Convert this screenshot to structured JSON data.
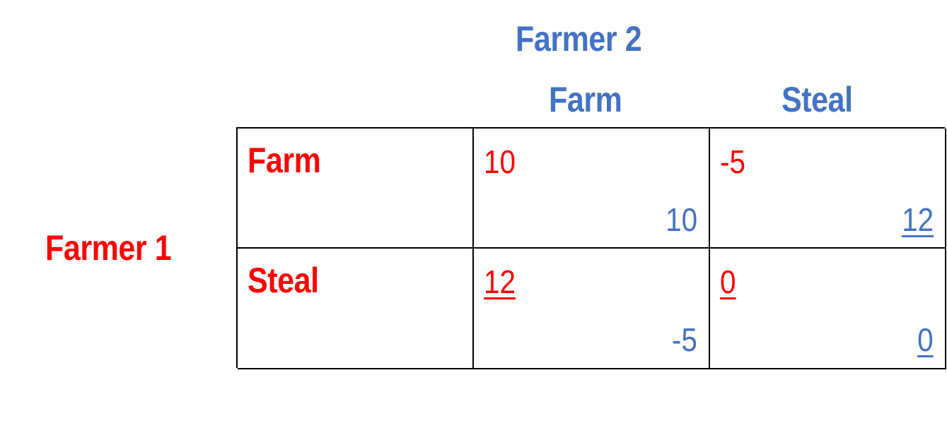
{
  "colors": {
    "player1": "#ff0000",
    "player2": "#4472c4",
    "grid": "#000000"
  },
  "player2": {
    "name": "Farmer 2",
    "strategies": [
      "Farm",
      "Steal"
    ]
  },
  "player1": {
    "name": "Farmer 1",
    "strategies": [
      "Farm",
      "Steal"
    ]
  },
  "payoffs": {
    "farm_farm": {
      "p1": "10",
      "p2": "10",
      "p1_best": false,
      "p2_best": false
    },
    "farm_steal": {
      "p1": "-5",
      "p2": "12",
      "p1_best": false,
      "p2_best": true
    },
    "steal_farm": {
      "p1": "12",
      "p2": "-5",
      "p1_best": true,
      "p2_best": false
    },
    "steal_steal": {
      "p1": "0",
      "p2": "0",
      "p1_best": true,
      "p2_best": true
    }
  }
}
